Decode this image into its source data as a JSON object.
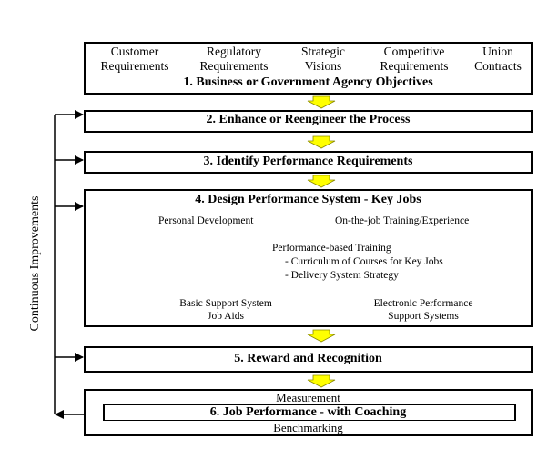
{
  "drivers": [
    {
      "line1": "Customer",
      "line2": "Requirements"
    },
    {
      "line1": "Regulatory",
      "line2": "Requirements"
    },
    {
      "line1": "Strategic",
      "line2": "Visions"
    },
    {
      "line1": "Competitive",
      "line2": "Requirements"
    },
    {
      "line1": "Union",
      "line2": "Contracts"
    }
  ],
  "steps": {
    "s1": "1. Business or Government Agency Objectives",
    "s2": "2. Enhance or Reengineer the Process",
    "s3": "3. Identify Performance Requirements",
    "s4": "4. Design Performance System - Key Jobs",
    "s5": "5. Reward and Recognition",
    "s6": "6. Job Performance - with Coaching"
  },
  "design_system": {
    "personal_development": "Personal Development",
    "on_the_job": "On-the-job Training/Experience",
    "performance_training": "Performance-based Training",
    "curriculum": "- Curriculum of Courses for Key Jobs",
    "delivery": "- Delivery System Strategy",
    "basic_support_line1": "Basic Support System",
    "basic_support_line2": "Job Aids",
    "epss_line1": "Electronic Performance",
    "epss_line2": "Support Systems"
  },
  "job_performance": {
    "measurement": "Measurement",
    "benchmarking": "Benchmarking"
  },
  "loop_label": "Continuous Improvements",
  "colors": {
    "arrow_fill": "#ffff00",
    "line": "#000000"
  }
}
